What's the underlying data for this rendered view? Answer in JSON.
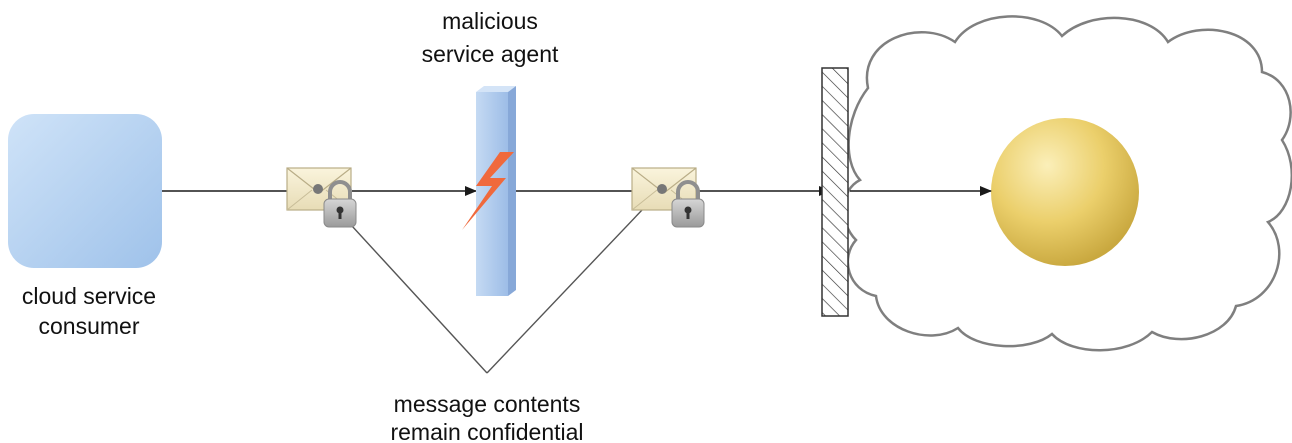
{
  "labels": {
    "agent_line1": "malicious",
    "agent_line2": "service agent",
    "consumer_line1": "cloud service",
    "consumer_line2": "consumer",
    "caption_line1": "message contents",
    "caption_line2": "remain confidential"
  },
  "icons": {
    "consumer": "cloud-service-consumer-icon",
    "message": "envelope-icon",
    "lock": "padlock-icon",
    "attack": "lightning-bolt-icon",
    "agent": "malicious-agent-bar",
    "firewall": "firewall-icon",
    "cloud": "cloud-icon",
    "service": "cloud-service-sphere-icon"
  },
  "colors": {
    "consumer_fill": "#b4d2f2",
    "agent_fill": "#a9c6ec",
    "bolt": "#f0693c",
    "sphere": "#e3c45a",
    "cloud_stroke": "#7f7f7f",
    "line": "#1a1a1a"
  }
}
